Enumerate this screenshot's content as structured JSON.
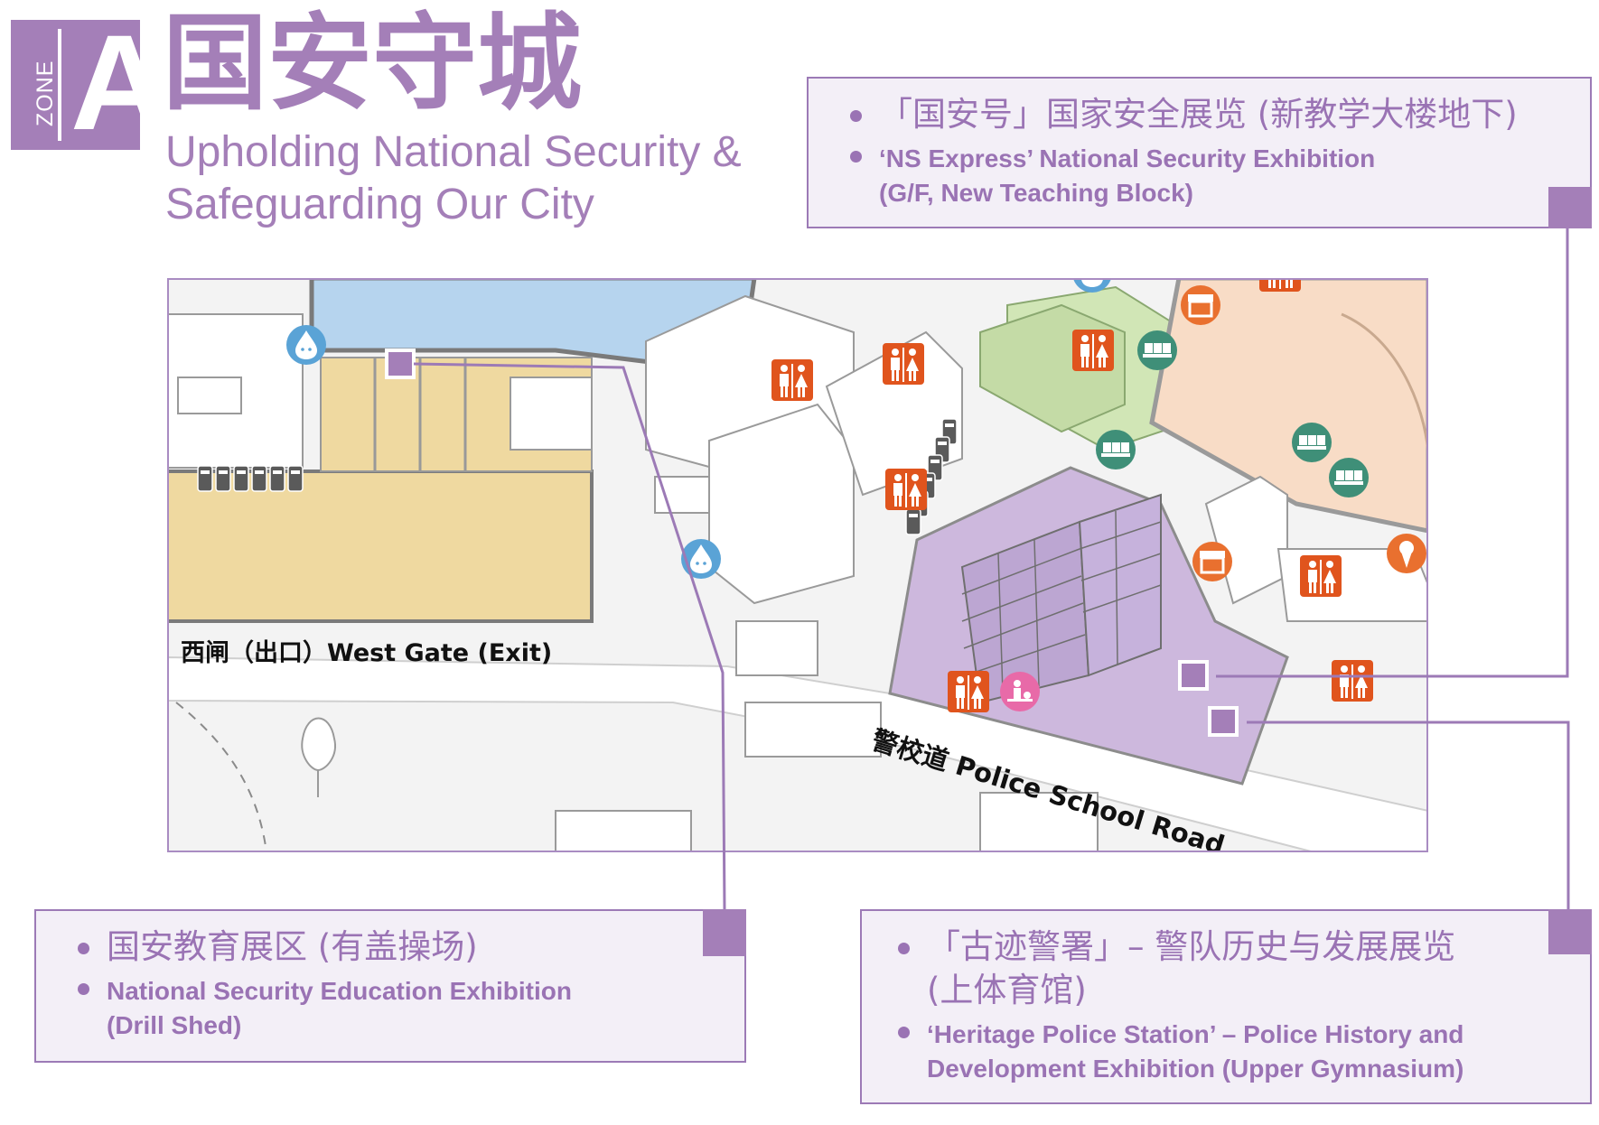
{
  "header": {
    "zone_word": "ZONE",
    "zone_letter": "A",
    "title_zh": "国安守城",
    "title_en_line1": "Upholding National Security &",
    "title_en_line2": "Safeguarding Our City"
  },
  "map": {
    "west_gate_label": "西闸（出口）West Gate (Exit)",
    "road_label": "警校道 Police School Road"
  },
  "callouts": {
    "ns_express": {
      "zh": "「国安号」国家安全展览 (新教学大楼地下)",
      "en_line1": "‘NS Express’ National Security Exhibition",
      "en_line2": "(G/F, New Teaching Block)"
    },
    "drill_shed": {
      "zh": "国安教育展区 (有盖操场)",
      "en_line1": "National Security Education Exhibition",
      "en_line2": "(Drill Shed)"
    },
    "heritage": {
      "zh_line1": "「古迹警署」– 警队历史与发展展览",
      "zh_line2": "(上体育馆)",
      "en_line1": "‘Heritage Police Station’ – Police History and",
      "en_line2": "Development Exhibition (Upper Gymnasium)"
    }
  },
  "colors": {
    "accent_purple": "#a47fb8",
    "card_bg": "#f3eff7",
    "toilet_orange": "#e0541d",
    "seat_green": "#3f8f78",
    "water_blue": "#5aa3d6",
    "baby_pink": "#e86aa8",
    "drill_shed_yellow": "#efd9a0",
    "pool_blue": "#b6d4ee",
    "field_peach": "#f8dcc6",
    "grass_green": "#d1e6b6",
    "highlight_purple": "#cdb8dd"
  },
  "icons": [
    "toilet-icon",
    "seating-area-icon",
    "water-dispenser-icon",
    "food-kiosk-icon",
    "ice-cream-icon",
    "baby-care-icon",
    "portable-toilet-icon"
  ]
}
